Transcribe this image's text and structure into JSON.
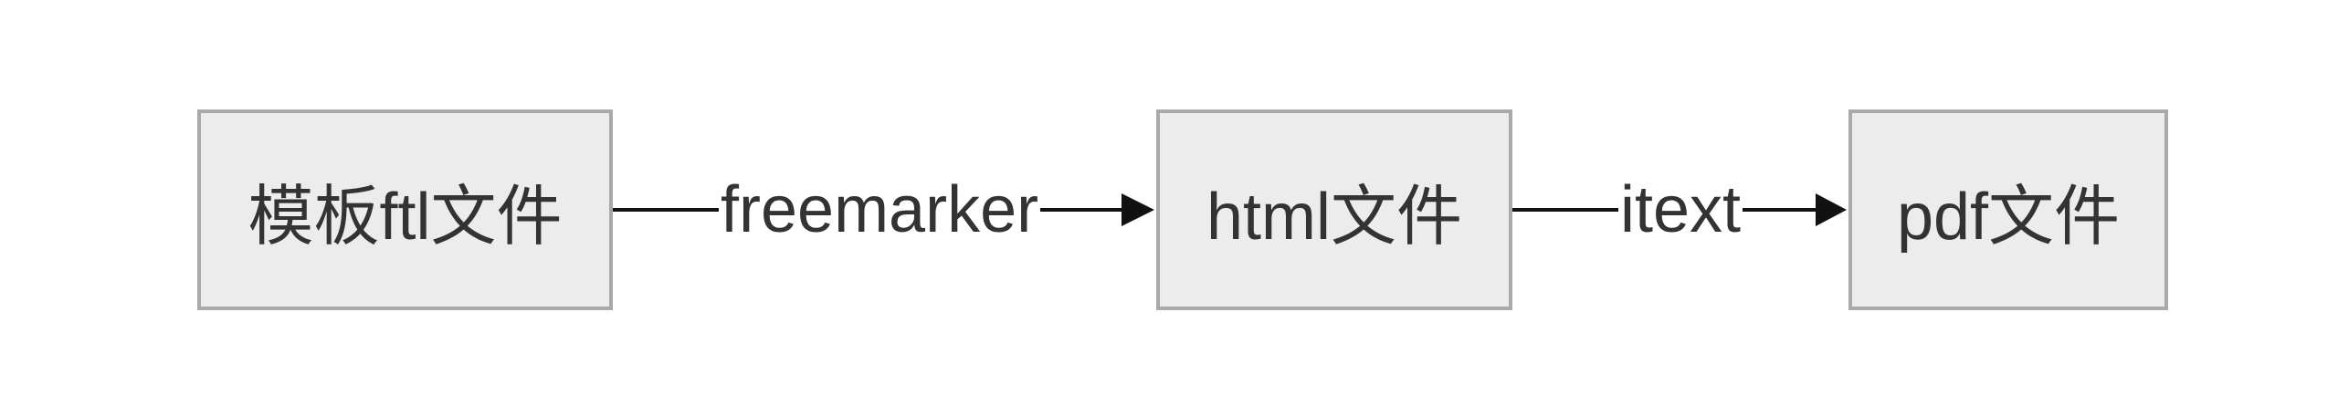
{
  "nodes": [
    {
      "id": "ftl",
      "label": "模板ftl文件"
    },
    {
      "id": "html",
      "label": "html文件"
    },
    {
      "id": "pdf",
      "label": "pdf文件"
    }
  ],
  "edges": [
    {
      "from": "ftl",
      "to": "html",
      "label": "freemarker"
    },
    {
      "from": "html",
      "to": "pdf",
      "label": "itext"
    }
  ]
}
